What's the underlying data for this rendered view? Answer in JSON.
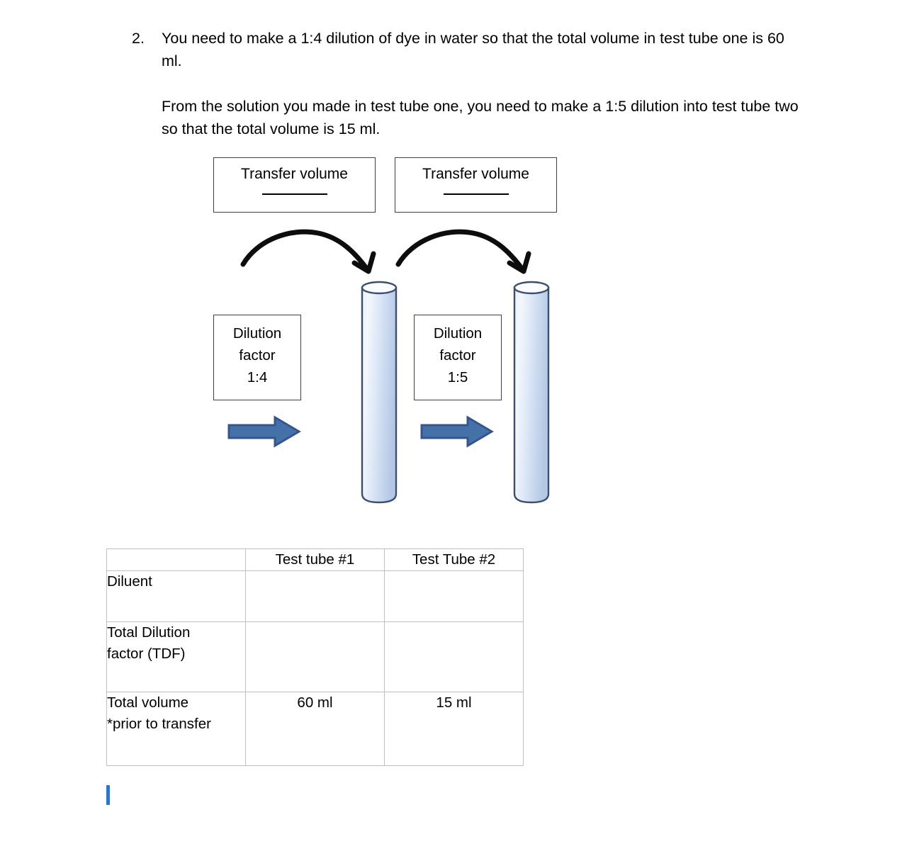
{
  "question": {
    "number": "2.",
    "paragraph_1": "You need to make a 1:4 dilution of dye in water so that the total volume in test tube one is 60 ml.",
    "paragraph_2": "From the solution you made in test tube one, you need to make a 1:5 dilution into test tube two so that the total volume is 15 ml."
  },
  "diagram": {
    "transfer_boxes": [
      {
        "label": "Transfer volume",
        "value": ""
      },
      {
        "label": "Transfer volume",
        "value": ""
      }
    ],
    "dilution_boxes": [
      {
        "line1": "Dilution",
        "line2": "factor",
        "line3": "1:4"
      },
      {
        "line1": "Dilution",
        "line2": "factor",
        "line3": "1:5"
      }
    ],
    "tubes": [
      {
        "name": "test-tube-1"
      },
      {
        "name": "test-tube-2"
      }
    ],
    "colors": {
      "block_arrow_fill": "#4472a8",
      "block_arrow_stroke": "#36558c",
      "tube_outline": "#3c4f6e",
      "tube_fill_light": "#f2f6fc",
      "tube_fill_mid": "#d3e0f3",
      "tube_fill_deep": "#b7cbe8",
      "curve_arrow_stroke": "#0d0d0d",
      "box_border": "#3f3f3f",
      "table_border": "#bfbfbf",
      "cursor": "#2e75c7"
    }
  },
  "table": {
    "headers": [
      "",
      "Test tube #1",
      "Test Tube #2"
    ],
    "rows": [
      {
        "label": "Diluent",
        "tube1": "",
        "tube2": ""
      },
      {
        "label": "Total Dilution factor (TDF)",
        "label_line1": "Total Dilution",
        "label_line2": "factor (TDF)",
        "tube1": "",
        "tube2": ""
      },
      {
        "label": "Total volume *prior to transfer",
        "label_line1": "Total volume",
        "label_line2": "*prior to transfer",
        "tube1": "60 ml",
        "tube2": "15 ml"
      }
    ]
  }
}
